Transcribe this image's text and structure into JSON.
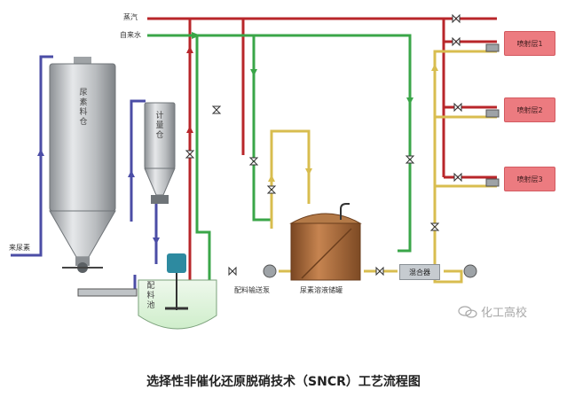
{
  "labels": {
    "steam": "蒸汽",
    "tap_water": "自来水",
    "urea_in": "来尿素",
    "urea_silo": "尿素料仓",
    "metering_bin": "计量仓",
    "batch_tank": "配料池",
    "transfer_pump": "配料输送泵",
    "storage_tank": "尿素溶液储罐",
    "mixer": "混合器",
    "spray_layers": [
      "喷射层1",
      "喷射层2",
      "喷射层3"
    ]
  },
  "caption": "选择性非催化还原脱硝技术（SNCR）工艺流程图",
  "watermark": "化工高校",
  "colors": {
    "steam_line": "#b8262a",
    "water_line": "#3aa648",
    "solution_line": "#d8bd4f",
    "urea_line": "#4b4da6",
    "spray_box": "#ec7b80",
    "tank": "#a9683a"
  }
}
